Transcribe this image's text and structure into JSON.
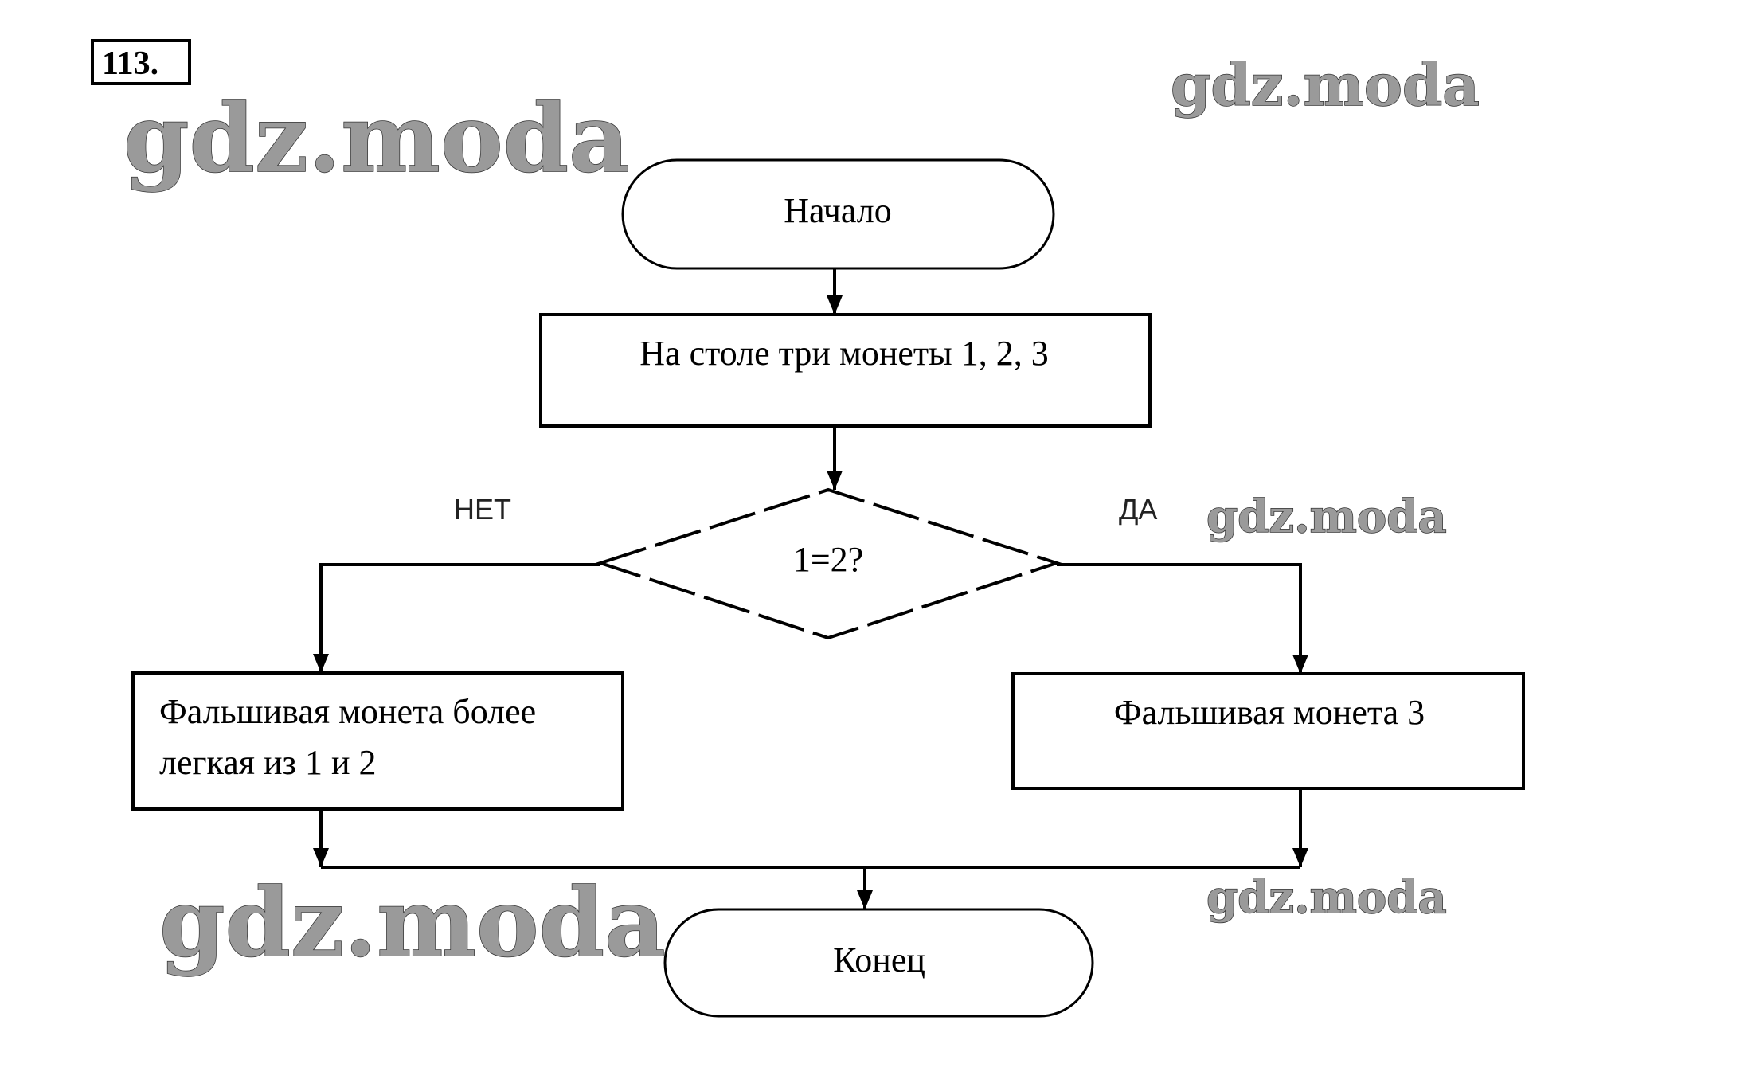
{
  "task_number": "113.",
  "watermark": "gdz.moda",
  "flowchart": {
    "start": "Начало",
    "process": "На столе три монеты 1, 2, 3",
    "decision": "1=2?",
    "branch_no_label": "НЕТ",
    "branch_yes_label": "ДА",
    "no_result_lines": [
      "Фальшивая монета более",
      "легкая из 1 и 2"
    ],
    "yes_result": "Фальшивая монета 3",
    "end": "Конец"
  }
}
